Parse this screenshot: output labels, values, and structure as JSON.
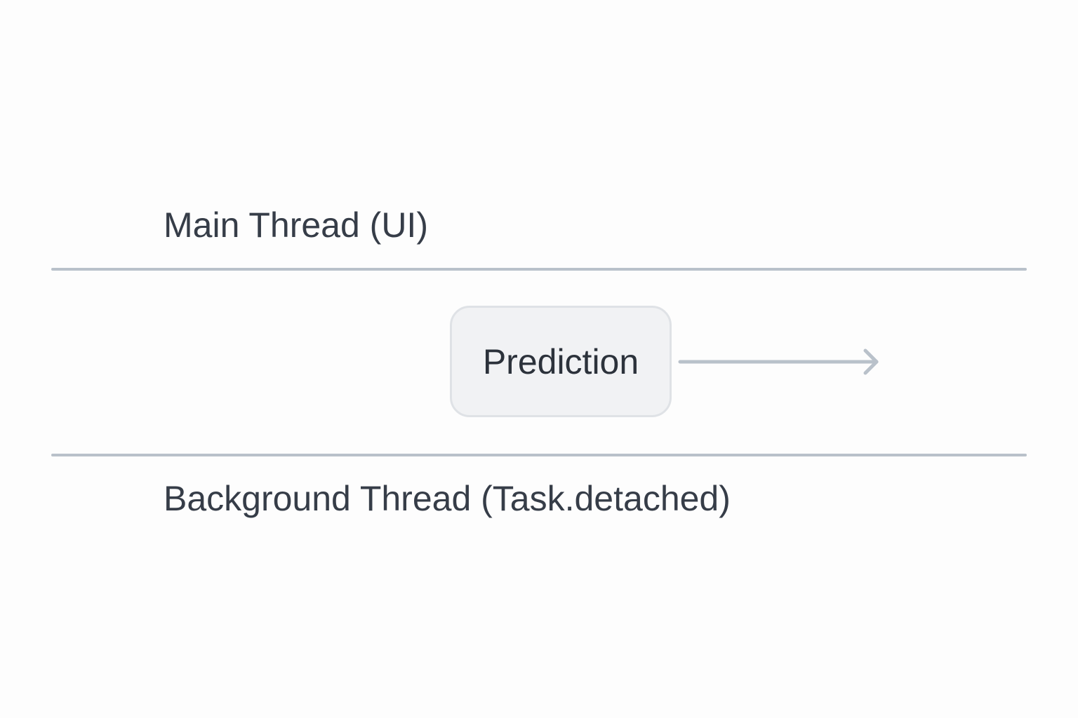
{
  "diagram": {
    "lanes": [
      {
        "label": "Main Thread (UI)"
      },
      {
        "label": "Background Thread (Task.detached)"
      }
    ],
    "nodes": [
      {
        "label": "Prediction"
      }
    ],
    "edges": [
      {
        "from": "Prediction",
        "to": "",
        "direction": "right"
      }
    ],
    "colors": {
      "text": "#363d48",
      "divider": "#b9c1ca",
      "node_fill": "#f1f2f4",
      "node_border": "#dfe2e6",
      "arrow": "#b9c1ca"
    }
  }
}
